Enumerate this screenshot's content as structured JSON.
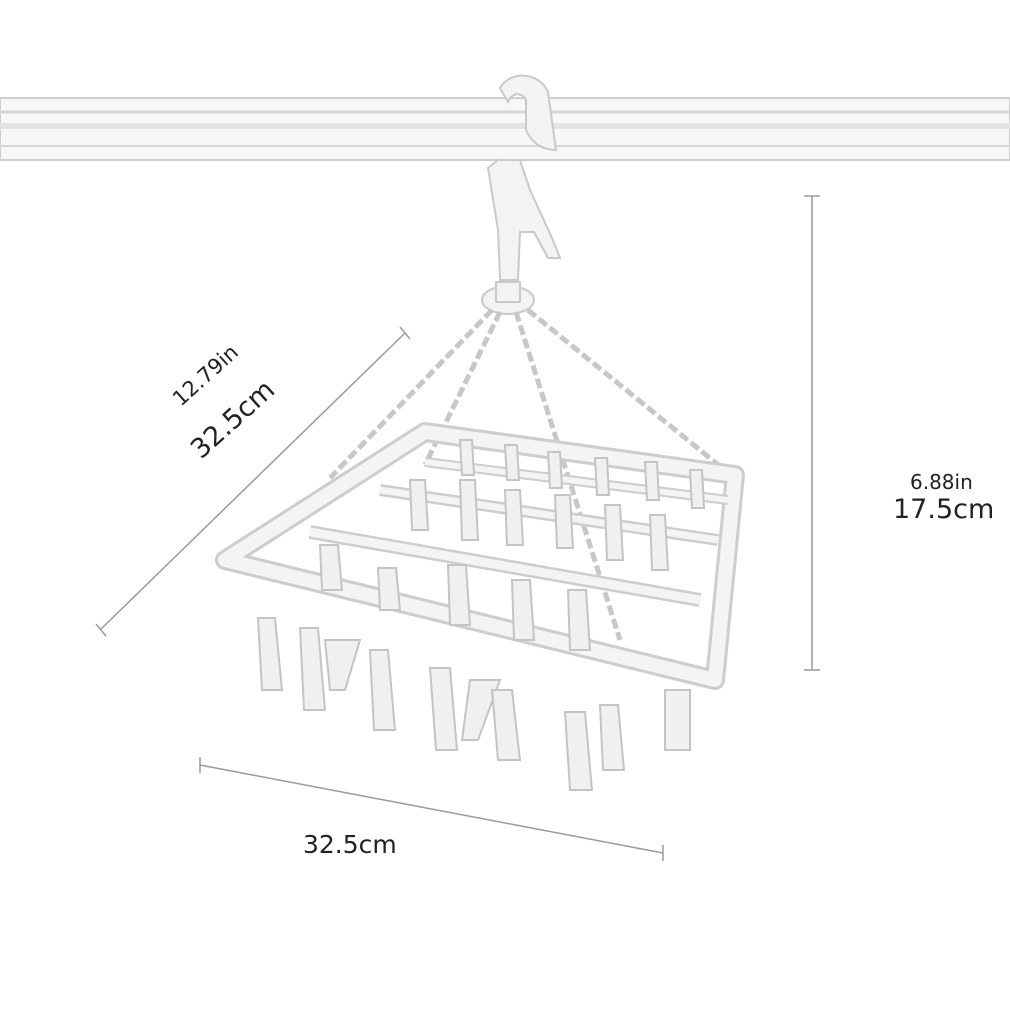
{
  "dimensions": {
    "depth": {
      "inches": "12.79in",
      "cm": "32.5cm"
    },
    "height": {
      "inches": "6.88in",
      "cm": "17.5cm"
    },
    "width": {
      "cm": "32.5cm"
    }
  },
  "colors": {
    "background": "#ffffff",
    "outline": "#cfcfcf",
    "shade": "#ececec",
    "dimension_line": "#9a9a9a",
    "text": "#222222"
  },
  "object": "clothes-pin-drying-hanger-icon"
}
